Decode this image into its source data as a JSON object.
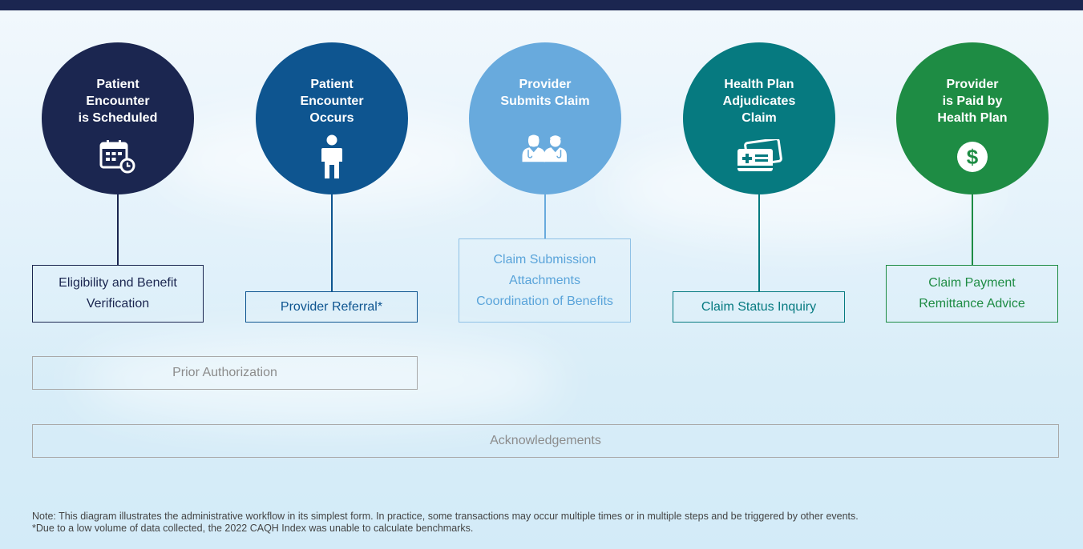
{
  "steps": [
    {
      "title_lines": [
        "Patient",
        "Encounter",
        "is Scheduled"
      ],
      "color": "#1b2650",
      "icon": "calendar-icon"
    },
    {
      "title_lines": [
        "Patient",
        "Encounter",
        "Occurs"
      ],
      "color": "#0e5590",
      "icon": "person-icon"
    },
    {
      "title_lines": [
        "Provider",
        "Submits Claim"
      ],
      "color": "#68aadd",
      "icon": "providers-icon"
    },
    {
      "title_lines": [
        "Health Plan",
        "Adjudicates",
        "Claim"
      ],
      "color": "#067a80",
      "icon": "insurance-card-icon"
    },
    {
      "title_lines": [
        "Provider",
        "is Paid by",
        "Health Plan"
      ],
      "color": "#1e8c44",
      "icon": "dollar-icon"
    }
  ],
  "transactions": [
    {
      "lines": [
        "Eligibility and Benefit",
        "Verification"
      ],
      "color": "#1b2650"
    },
    {
      "lines": [
        "Provider Referral*"
      ],
      "color": "#0e5590"
    },
    {
      "lines": [
        "Claim Submission",
        "Attachments",
        "Coordination of Benefits"
      ],
      "color": "#68aadd"
    },
    {
      "lines": [
        "Claim Status Inquiry"
      ],
      "color": "#067a80"
    },
    {
      "lines": [
        "Claim Payment",
        "Remittance Advice"
      ],
      "color": "#1e8c44"
    }
  ],
  "prior_authorization": "Prior Authorization",
  "acknowledgements": "Acknowledgements",
  "notes": [
    "Note: This diagram illustrates the administrative workflow in its simplest form. In practice, some transactions may occur multiple times or in multiple steps and be triggered by other events.",
    "*Due to a low volume of data collected, the 2022 CAQH Index was unable to calculate benchmarks."
  ]
}
